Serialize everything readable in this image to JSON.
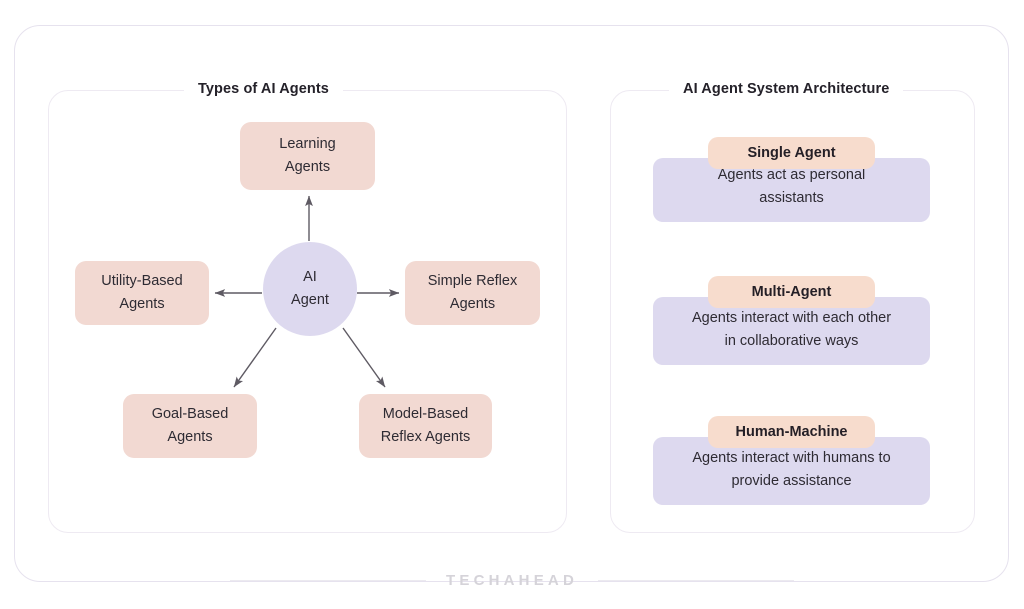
{
  "left_panel": {
    "title": "Types of AI Agents",
    "hub": {
      "line1": "AI",
      "line2": "Agent"
    },
    "nodes": [
      {
        "id": "learning",
        "line1": "Learning",
        "line2": "Agents"
      },
      {
        "id": "utility",
        "line1": "Utility-Based",
        "line2": "Agents"
      },
      {
        "id": "simple-reflex",
        "line1": "Simple Reflex",
        "line2": "Agents"
      },
      {
        "id": "goal-based",
        "line1": "Goal-Based",
        "line2": "Agents"
      },
      {
        "id": "model-based",
        "line1": "Model-Based",
        "line2": "Reflex Agents"
      }
    ]
  },
  "right_panel": {
    "title": "AI Agent System Architecture",
    "cards": [
      {
        "badge": "Single Agent",
        "line1": "Agents act as personal",
        "line2": "assistants"
      },
      {
        "badge": "Multi-Agent",
        "line1": "Agents interact with each other",
        "line2": "in collaborative ways"
      },
      {
        "badge": "Human-Machine",
        "line1": "Agents interact with humans to",
        "line2": "provide assistance"
      }
    ]
  },
  "footer": {
    "brand": "TECHAHEAD"
  },
  "colors": {
    "node_peach": "#f2d9d2",
    "badge_peach": "#f7dccd",
    "lavender": "#ddd9ef",
    "frame_border": "#e6e2ee",
    "panel_border": "#eeeaf2",
    "arrow": "#5e5a63",
    "text": "#2e2b33",
    "footer_text": "#d5d3d9"
  }
}
